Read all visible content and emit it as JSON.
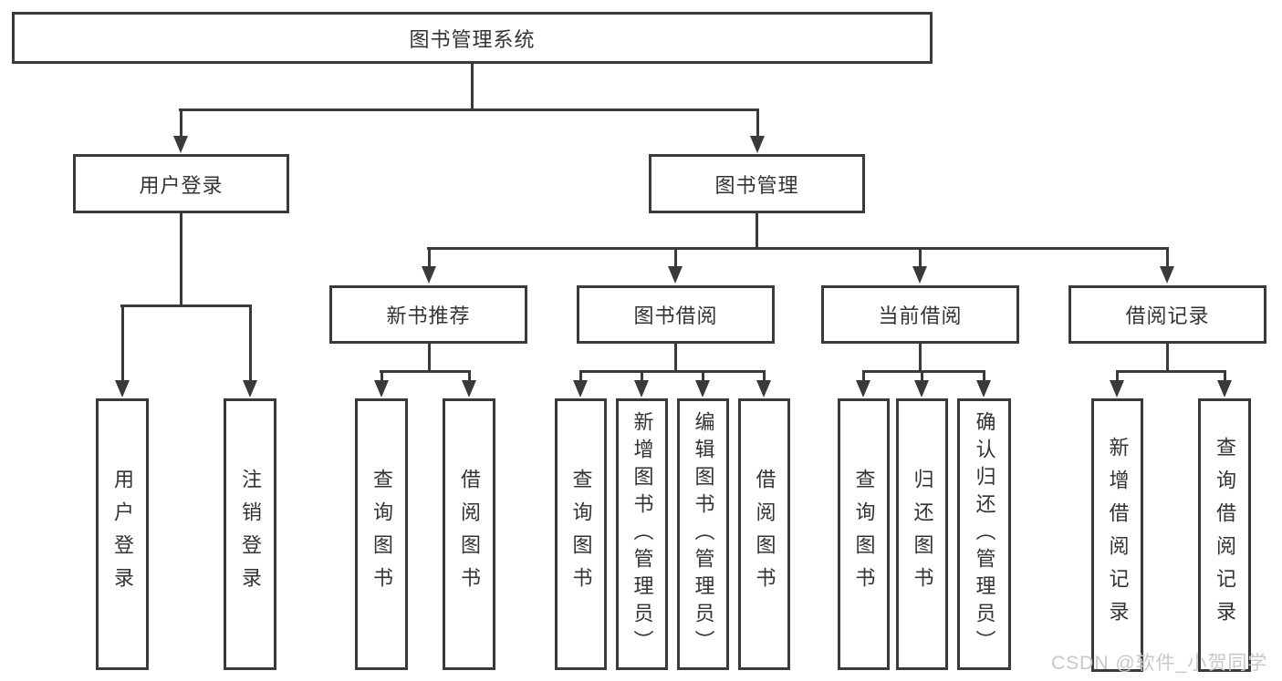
{
  "diagram": {
    "title": "图书管理系统",
    "hierarchy": {
      "图书管理系统": {
        "用户登录": [
          "用户登录",
          "注销登录"
        ],
        "图书管理": {
          "新书推荐": [
            "查询图书",
            "借阅图书"
          ],
          "图书借阅": [
            "查询图书",
            "新增图书（管理员）",
            "编辑图书（管理员）",
            "借阅图书"
          ],
          "当前借阅": [
            "查询图书",
            "归还图书",
            "确认归还（管理员）"
          ],
          "借阅记录": [
            "新增借阅记录",
            "查询借阅记录"
          ]
        }
      }
    }
  },
  "nodes": {
    "root": {
      "label": "图书管理系统"
    },
    "user_login": {
      "label": "用户登录"
    },
    "book_mgmt": {
      "label": "图书管理"
    },
    "new_book_rec": {
      "label": "新书推荐"
    },
    "book_borrow": {
      "label": "图书借阅"
    },
    "current_borrow": {
      "label": "当前借阅"
    },
    "borrow_records": {
      "label": "借阅记录"
    },
    "leaf_user_login": {
      "label": "用户登录"
    },
    "leaf_logout": {
      "label": "注销登录"
    },
    "leaf_nb_query": {
      "label": "查询图书"
    },
    "leaf_nb_borrow": {
      "label": "借阅图书"
    },
    "leaf_bb_query": {
      "label": "查询图书"
    },
    "leaf_bb_add": {
      "label": "新增图书（管理员）"
    },
    "leaf_bb_edit": {
      "label": "编辑图书（管理员）"
    },
    "leaf_bb_borrow": {
      "label": "借阅图书"
    },
    "leaf_cb_query": {
      "label": "查询图书"
    },
    "leaf_cb_return": {
      "label": "归还图书"
    },
    "leaf_cb_confirm": {
      "label": "确认归还（管理员）"
    },
    "leaf_br_add": {
      "label": "新增借阅记录"
    },
    "leaf_br_query": {
      "label": "查询借阅记录"
    }
  },
  "watermark": {
    "text": "CSDN @软件_小贺同学"
  },
  "colors": {
    "line": "#3a3a3a",
    "box_border": "#3a3a3a",
    "box_fill": "#ffffff",
    "text": "#333333",
    "watermark": "#c8c8c8",
    "background": "#ffffff"
  }
}
